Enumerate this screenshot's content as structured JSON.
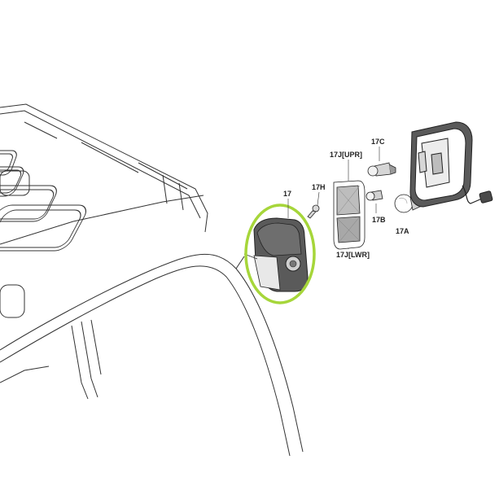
{
  "parts": {
    "p17": {
      "label": "17"
    },
    "p17h": {
      "label": "17H"
    },
    "p17jupr": {
      "label": "17J[UPR]"
    },
    "p17jlwr": {
      "label": "17J[LWR]"
    },
    "p17c": {
      "label": "17C"
    },
    "p17b": {
      "label": "17B"
    },
    "p17a": {
      "label": "17A"
    }
  },
  "colors": {
    "highlight": "#a6d63a",
    "line": "#333333",
    "dark_part": "#5a5a5a"
  }
}
